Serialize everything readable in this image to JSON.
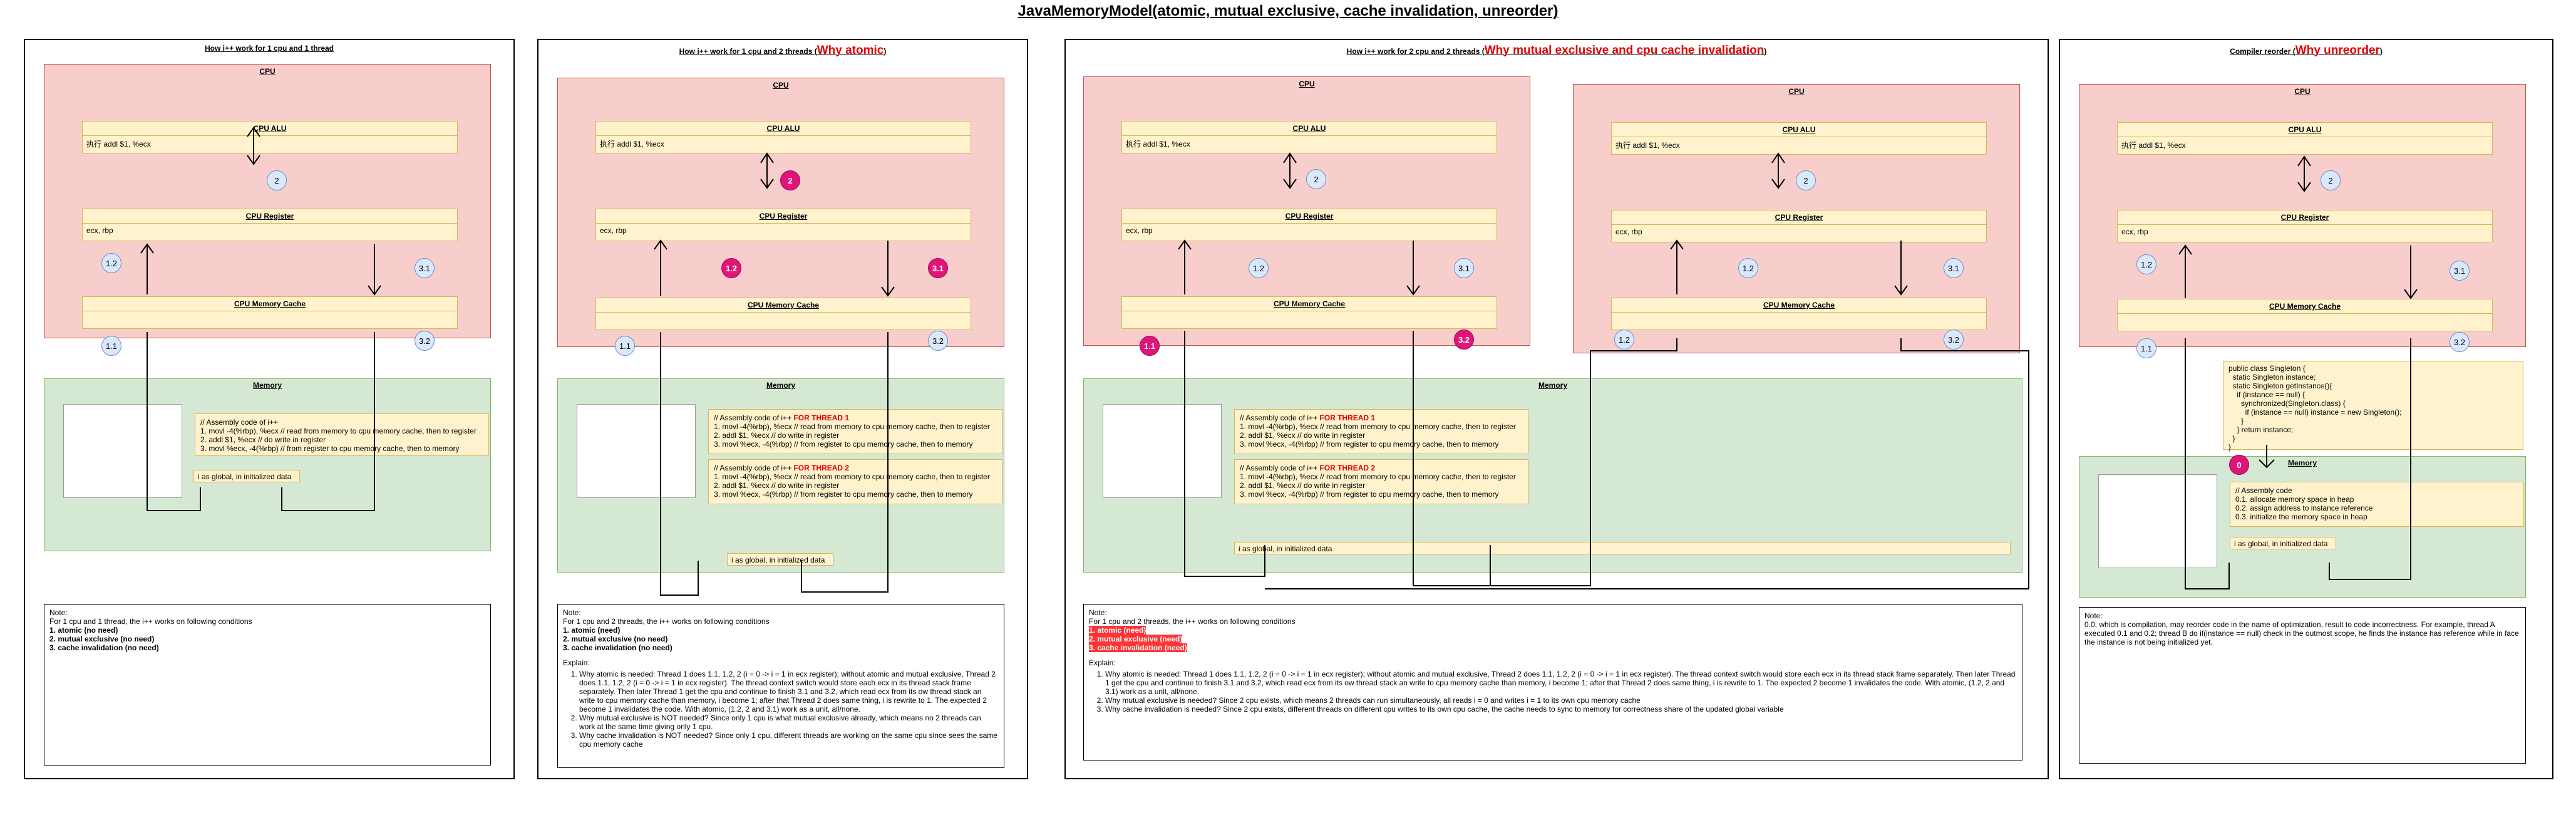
{
  "page_title": "JavaMemoryModel(atomic, mutual exclusive, cache invalidation, unreorder)",
  "panels": [
    {
      "title": "How i++ work for 1 cpu and 1 thread",
      "highlight": "",
      "cpu": {
        "label": "CPU",
        "alu_label": "CPU ALU",
        "alu_text": "执行 addl $1, %ecx",
        "register_label": "CPU Register",
        "register_text": "ecx, rbp",
        "cache_label": "CPU Memory Cache"
      },
      "memory_label": "Memory",
      "asm_lines": [
        "// Assembly code of i++",
        "1. movl -4(%rbp), %ecx // read from memory to cpu memory cache, then to register",
        "2. addl  $1, %ecx // do write in register",
        "3. movl %ecx, -4(%rbp)  // from register to cpu memory cache, then to memory"
      ],
      "global_var": "i as global, in initialized data",
      "note": {
        "lead": "Note:",
        "intro": "For 1 cpu and 1 thread, the i++ works on following conditions",
        "conditions": [
          "1. atomic (no need)",
          "2. mutual exclusive (no need)",
          "3. cache invalidation (no need)"
        ]
      }
    },
    {
      "title": "How i++ work for 1 cpu and 2 threads (",
      "highlight": "Why atomic",
      "title_end": ")",
      "cpu": {
        "label": "CPU",
        "alu_label": "CPU ALU",
        "alu_text": "执行 addl $1, %ecx",
        "register_label": "CPU Register",
        "register_text": "ecx, rbp",
        "cache_label": "CPU Memory Cache"
      },
      "memory_label": "Memory",
      "thread1_lines": [
        "// Assembly code of i++ ",
        "FOR THREAD 1",
        "1. movl -4(%rbp), %ecx // read from memory to cpu memory cache, then to register",
        "2. addl  $1, %ecx // do write in register",
        "3. movl %ecx, -4(%rbp)  // from register to cpu memory cache, then to memory"
      ],
      "thread2_lines": [
        "// Assembly code of i++ ",
        "FOR THREAD 2",
        "1. movl -4(%rbp), %ecx // read from memory to cpu memory cache, then to register",
        "2. addl  $1, %ecx // do write in register",
        "3. movl %ecx, -4(%rbp)  // from register to cpu memory cache, then to memory"
      ],
      "global_var": "i as global, in initialized data",
      "note": {
        "lead": "Note:",
        "intro": "For 1 cpu and 2 threads, the i++ works on following conditions",
        "conditions": [
          "1. atomic (need)",
          "2. mutual exclusive (no need)",
          "3. cache invalidation (no need)"
        ],
        "explain_label": "Explain:",
        "explain": [
          "Why atomic is needed: Thread 1 does 1.1, 1.2, 2 (i = 0 -> i = 1 in ecx register); without atomic and mutual exclusive, Thread 2 does 1.1, 1.2, 2 (i = 0 -> i = 1 in ecx register). The thread context switch would store each ecx in its thread stack frame separately. Then later Thread 1 get the cpu and continue to finish 3.1 and 3.2, which read ecx from its ow thread stack an write to cpu memory cache than memory, i become 1; after that Thread 2 does same thing, i is rewrite to 1. The expected 2 become 1 invalidates the code. With atomic, (1.2, 2 and 3.1) work as a unit, all/none.",
          "Why mutual exclusive is NOT needed? Since only 1 cpu is what mutual exclusive already, which means no 2 threads can work at the same time giving only 1 cpu.",
          "Why cache invalidation is NOT needed? Since only 1 cpu, different threads are working on the same cpu since sees the same cpu memory cache"
        ]
      }
    },
    {
      "title": "How i++ work for 2 cpu and 2 threads (",
      "highlight": "Why mutual exclusive and cpu cache invalidation",
      "title_end": ")",
      "cpu1": {
        "label": "CPU",
        "alu_label": "CPU ALU",
        "alu_text": "执行 addl $1, %ecx",
        "register_label": "CPU Register",
        "register_text": "ecx, rbp",
        "cache_label": "CPU Memory Cache"
      },
      "cpu2": {
        "label": "CPU",
        "alu_label": "CPU ALU",
        "alu_text": "执行 addl $1, %ecx",
        "register_label": "CPU Register",
        "register_text": "ecx, rbp",
        "cache_label": "CPU Memory Cache"
      },
      "memory_label": "Memory",
      "thread1_lines": [
        "// Assembly code of i++ ",
        "FOR THREAD 1",
        "1. movl -4(%rbp), %ecx // read from memory to cpu memory cache, then to register",
        "2. addl  $1, %ecx // do write in register",
        "3. movl %ecx, -4(%rbp)  // from register to cpu memory cache, then to memory"
      ],
      "thread2_lines": [
        "// Assembly code of i++ ",
        "FOR THREAD 2",
        "1. movl -4(%rbp), %ecx // read from memory to cpu memory cache, then to register",
        "2. addl  $1, %ecx // do write in register",
        "3. movl %ecx, -4(%rbp)  // from register to cpu memory cache, then to memory"
      ],
      "global_var": "i as global, in initialized data",
      "note": {
        "lead": "Note:",
        "intro": "For 1 cpu and 2 threads, the i++ works on following conditions",
        "conditions": [
          "1. atomic (need)",
          "2. mutual exclusive (need)",
          "3. cache invalidation (need)"
        ],
        "explain_label": "Explain:",
        "explain": [
          "Why atomic is needed: Thread 1 does 1.1, 1.2, 2 (i = 0 -> i = 1 in ecx register); without atomic and mutual exclusive, Thread 2 does 1.1, 1.2, 2 (i = 0 -> i = 1 in ecx register). The thread context switch would store each ecx in its thread stack frame separately. Then later Thread 1 get the cpu and continue to finish 3.1 and 3.2, which read ecx from its ow thread stack an write to cpu memory cache than memory, i become 1; after that Thread 2 does same thing, i is rewrite to 1. The expected 2 become 1 invalidates the code. With atomic, (1.2, 2 and 3.1) work as a unit, all/none.",
          "Why mutual exclusive is needed? Since 2 cpu exists, which means 2 threads can run simultaneously, all reads i = 0 and writes i = 1 to its own cpu memory cache",
          "Why cache invalidation is needed? Since 2 cpu exists, different threads on different cpu writes to its own cpu cache, the cache needs to sync to memory for correctness share of the updated global variable"
        ]
      }
    },
    {
      "title": "Compiler reorder (",
      "highlight": "Why unreorder",
      "title_end": ")",
      "cpu": {
        "label": "CPU",
        "alu_label": "CPU ALU",
        "alu_text": "执行 addl $1, %ecx",
        "register_label": "CPU Register",
        "register_text": "ecx, rbp",
        "cache_label": "CPU Memory Cache"
      },
      "memory_label": "Memory",
      "java_code": "public class Singleton {\n  static Singleton instance;\n  static Singleton getInstance(){\n    if (instance == null) {\n      synchronized(Singleton.class) {\n        if (instance == null) instance = new Singleton();\n      }\n    } return instance;\n  }\n}",
      "asm_lines": [
        "// Assembly code",
        "0.1. allocate memory space in heap",
        "0.2. assign address to instance reference",
        "0.3. initialize the memory space in heap"
      ],
      "global_var": "i as global, in initialized data",
      "note": {
        "lead": "Note:",
        "text": "0.0, which is compilation, may reorder code in the name of optimization, result to code incorrectness. For example, thread A executed 0.1 and 0.2; thread B do if(instance == null) check in the outmost scope, he finds the instance has reference while in face the instance is not being initialized yet."
      }
    }
  ],
  "steps": {
    "s1_1": "1.1",
    "s1_2": "1.2",
    "s2": "2",
    "s3_1": "3.1",
    "s3_2": "3.2",
    "s0": "0"
  },
  "colors": {
    "cpu_fill": "#f8cecc",
    "memory_fill": "#d5e8d4",
    "box_fill": "#fff2cc",
    "step_fill": "#dae8fc",
    "step_highlight": "#e0157a",
    "title_highlight": "#e00000"
  }
}
